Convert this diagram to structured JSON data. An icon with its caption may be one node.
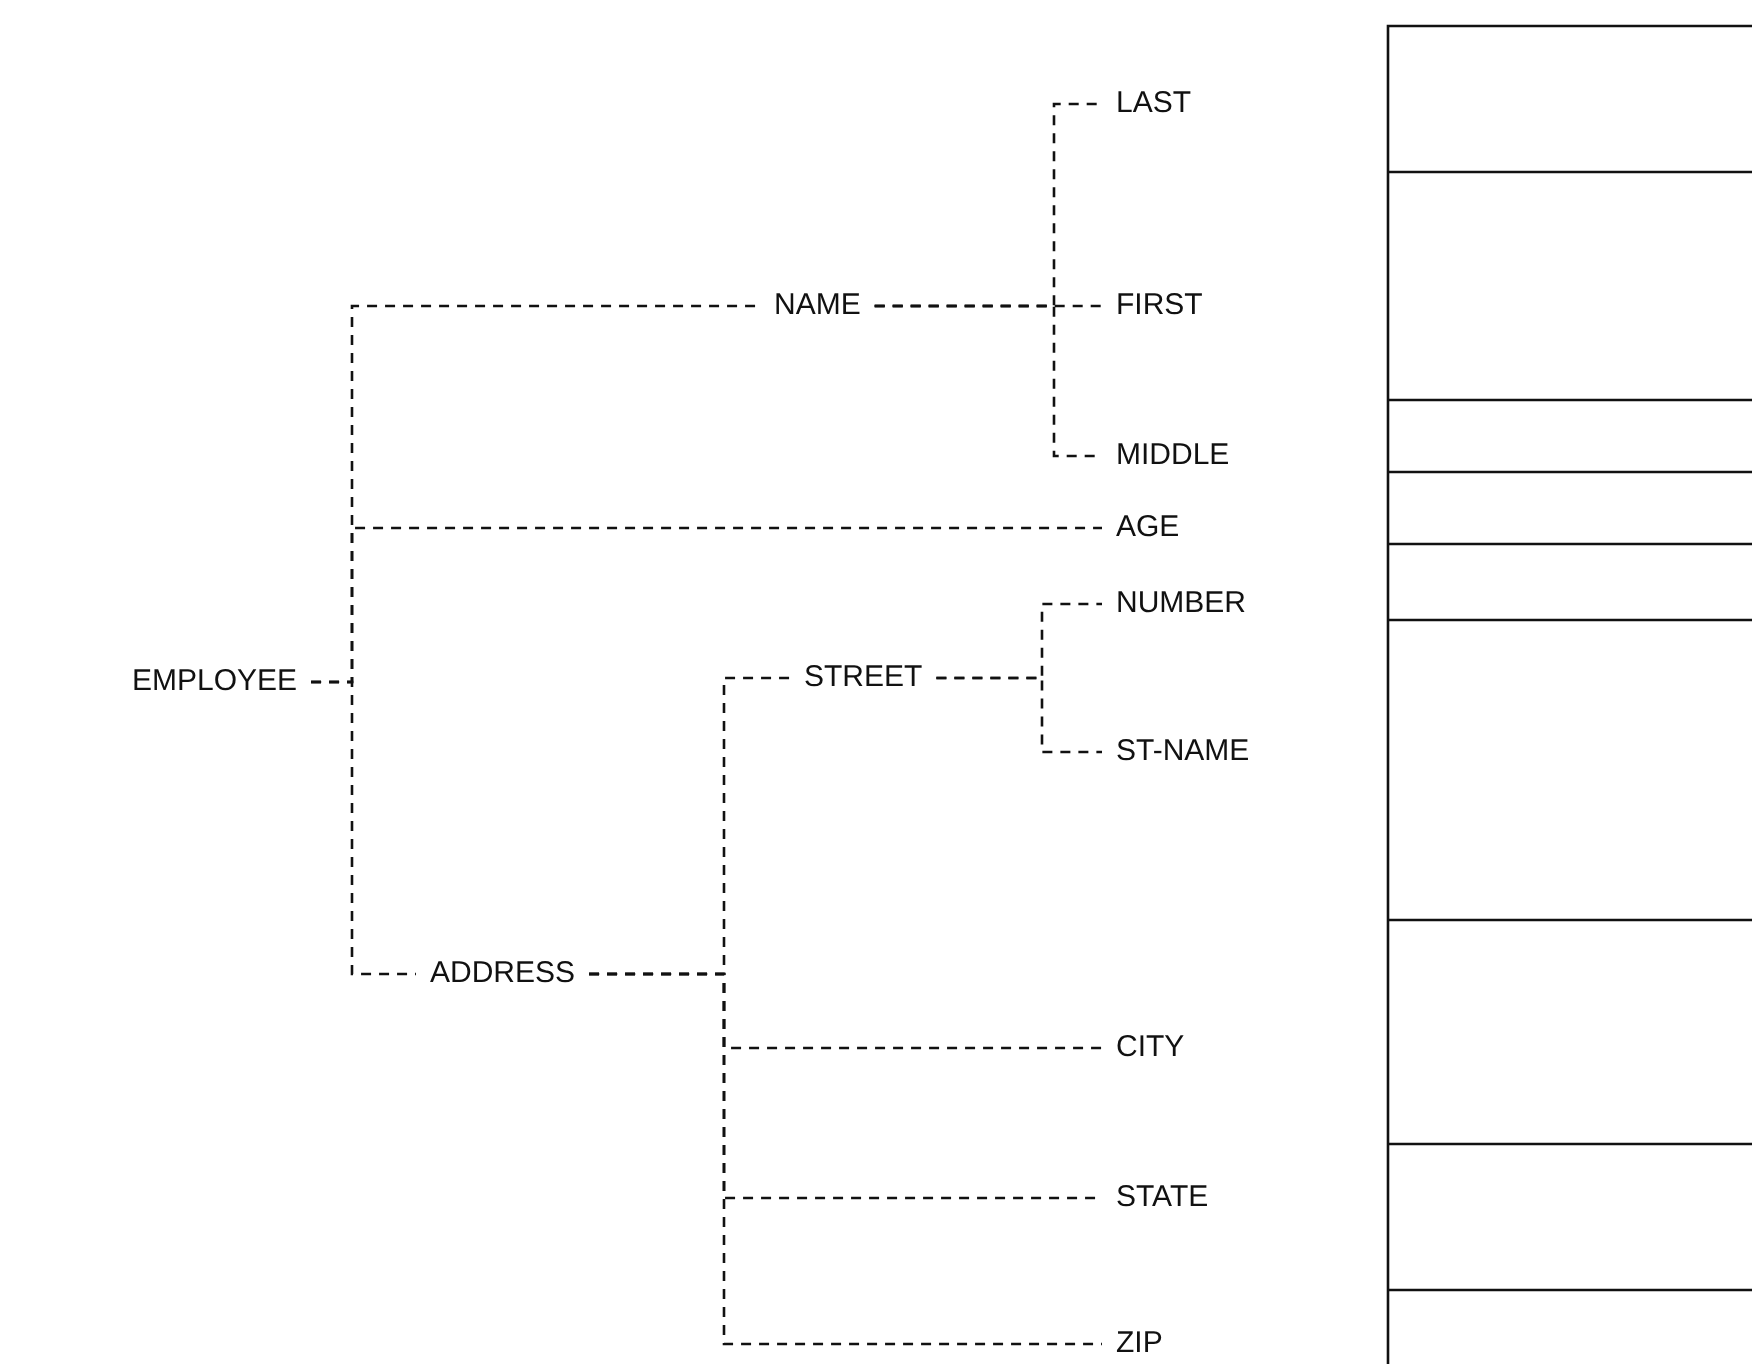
{
  "diagram": {
    "nodes": [
      {
        "text": [
          "EMPLOYEE"
        ]
      },
      {
        "text": [
          "NAME"
        ]
      },
      {
        "text": [
          "LAST"
        ]
      },
      {
        "text": [
          "FIRST"
        ]
      },
      {
        "text": [
          "MIDDLE"
        ]
      },
      {
        "text": [
          "AGE"
        ]
      },
      {
        "text": [
          "ADDRESS"
        ]
      },
      {
        "text": [
          "STREET"
        ]
      },
      {
        "text": [
          "NUMBER"
        ]
      },
      {
        "text": [
          "ST-NAME"
        ]
      },
      {
        "text": [
          "CITY"
        ]
      },
      {
        "text": [
          "STATE"
        ]
      },
      {
        "text": [
          "ZIP"
        ]
      }
    ],
    "edges": [
      {
        "from": 0,
        "to": 1,
        "arrow": "none",
        "style": "dashed"
      },
      {
        "from": 0,
        "to": 5,
        "arrow": "none",
        "style": "dashed"
      },
      {
        "from": 0,
        "to": 6,
        "arrow": "none",
        "style": "dashed"
      },
      {
        "from": 1,
        "to": 2,
        "arrow": "none",
        "style": "dashed"
      },
      {
        "from": 1,
        "to": 3,
        "arrow": "none",
        "style": "dashed"
      },
      {
        "from": 1,
        "to": 4,
        "arrow": "none",
        "style": "dashed"
      },
      {
        "from": 6,
        "to": 7,
        "arrow": "none",
        "style": "dashed"
      },
      {
        "from": 6,
        "to": 10,
        "arrow": "none",
        "style": "dashed"
      },
      {
        "from": 6,
        "to": 11,
        "arrow": "none",
        "style": "dashed"
      },
      {
        "from": 6,
        "to": 12,
        "arrow": "none",
        "style": "dashed"
      },
      {
        "from": 7,
        "to": 8,
        "arrow": "none",
        "style": "dashed"
      },
      {
        "from": 7,
        "to": 9,
        "arrow": "none",
        "style": "dashed"
      }
    ]
  }
}
